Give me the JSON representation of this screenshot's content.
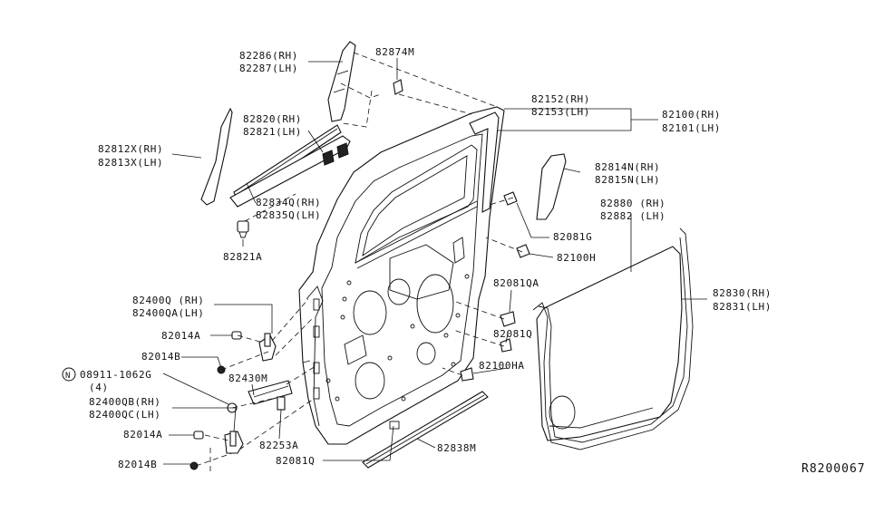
{
  "labels": {
    "l82286": "82286(RH)",
    "l82287": "82287(LH)",
    "l82874M": "82874M",
    "l82820": "82820(RH)",
    "l82821": "82821(LH)",
    "l82812X": "82812X(RH)",
    "l82813X": "82813X(LH)",
    "l82834Q": "82834Q(RH)",
    "l82835Q": "82835Q(LH)",
    "l82821A": "82821A",
    "l82152": "82152(RH)",
    "l82153": "82153(LH)",
    "l82100": "82100(RH)",
    "l82101": "82101(LH)",
    "l82814N": "82814N(RH)",
    "l82815N": "82815N(LH)",
    "l82081G": "82081G",
    "l82880": "82880 (RH)",
    "l82882": "82882 (LH)",
    "l82100H": "82100H",
    "l82081QA": "82081QA",
    "l82830": "82830(RH)",
    "l82831": "82831(LH)",
    "l82081Q_r": "82081Q",
    "l82100HA": "82100HA",
    "l82400Q": "82400Q (RH)",
    "l82400QA": "82400QA(LH)",
    "l82014A_1": "82014A",
    "l82014B_1": "82014B",
    "l08911": "08911-1062G",
    "l08911_qty": "(4)",
    "l08911_prefix": "N",
    "l82430M": "82430M",
    "l82400QB": "82400QB(RH)",
    "l82400QC": "82400QC(LH)",
    "l82014A_2": "82014A",
    "l82253A": "82253A",
    "l82014B_2": "82014B",
    "l82081Q_b": "82081Q",
    "l82838M": "82838M",
    "diagram_id": "R8200067"
  }
}
